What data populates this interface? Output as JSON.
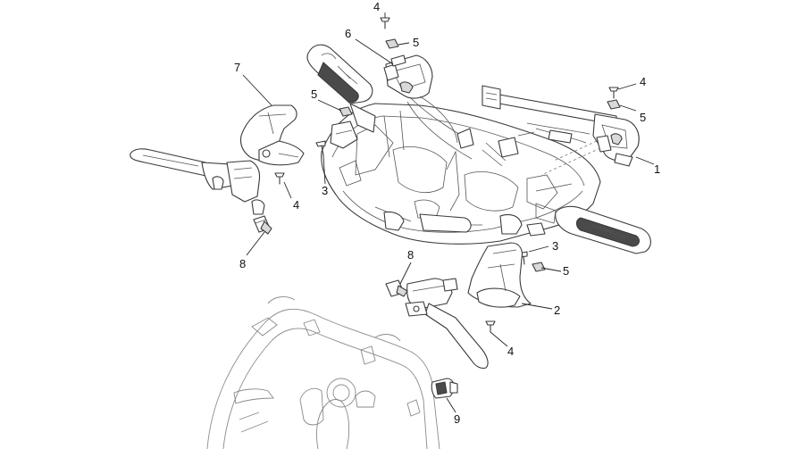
{
  "callouts": [
    {
      "id": "c4-top",
      "text": "4"
    },
    {
      "id": "c6",
      "text": "6"
    },
    {
      "id": "c5-top",
      "text": "5"
    },
    {
      "id": "c7",
      "text": "7"
    },
    {
      "id": "c5-left",
      "text": "5"
    },
    {
      "id": "c4-right",
      "text": "4"
    },
    {
      "id": "c5-right",
      "text": "5"
    },
    {
      "id": "c1",
      "text": "1"
    },
    {
      "id": "c3-left",
      "text": "3"
    },
    {
      "id": "c4-left",
      "text": "4"
    },
    {
      "id": "c8-left",
      "text": "8"
    },
    {
      "id": "c3-right",
      "text": "3"
    },
    {
      "id": "c5-mid",
      "text": "5"
    },
    {
      "id": "c8-mid",
      "text": "8"
    },
    {
      "id": "c2",
      "text": "2"
    },
    {
      "id": "c4-bottom",
      "text": "4"
    },
    {
      "id": "c9",
      "text": "9"
    }
  ]
}
